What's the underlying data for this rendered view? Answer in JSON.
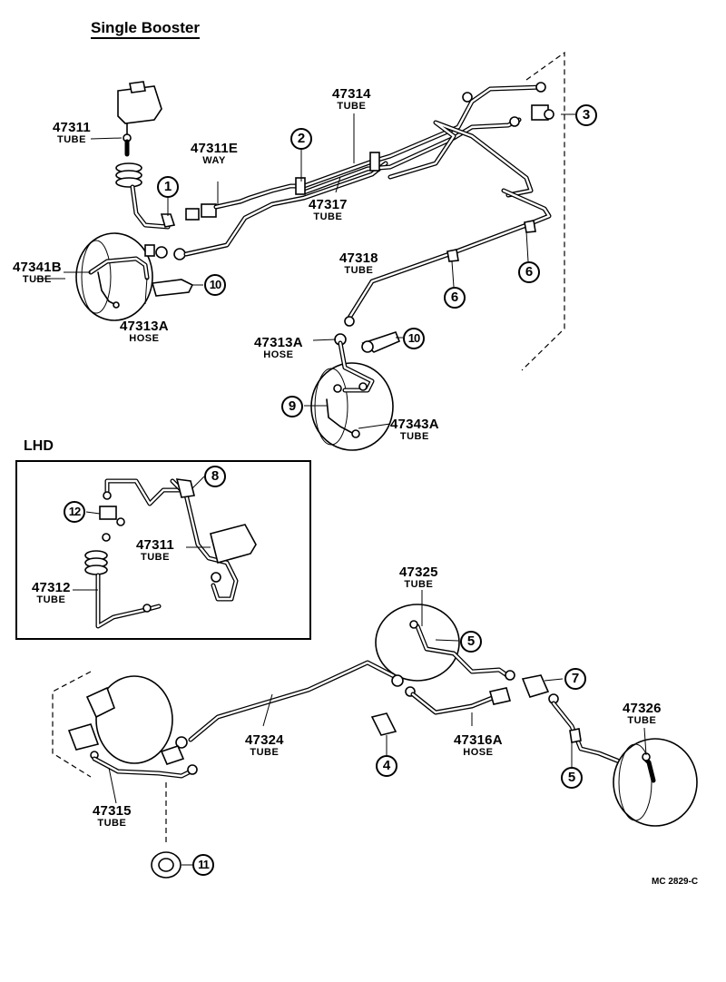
{
  "header": {
    "title": "Single Booster",
    "lhd_title": "LHD"
  },
  "drawing_code": "MC 2829-C",
  "part_labels": [
    {
      "id": "47311_top",
      "number": "47311",
      "type": "TUBE"
    },
    {
      "id": "47311E",
      "number": "47311E",
      "type": "WAY"
    },
    {
      "id": "47314",
      "number": "47314",
      "type": "TUBE"
    },
    {
      "id": "47317",
      "number": "47317",
      "type": "TUBE"
    },
    {
      "id": "47341B",
      "number": "47341B",
      "type": "TUBE"
    },
    {
      "id": "47313A_l",
      "number": "47313A",
      "type": "HOSE"
    },
    {
      "id": "47318",
      "number": "47318",
      "type": "TUBE"
    },
    {
      "id": "47313A_r",
      "number": "47313A",
      "type": "HOSE"
    },
    {
      "id": "47343A",
      "number": "47343A",
      "type": "TUBE"
    },
    {
      "id": "47311_lhd",
      "number": "47311",
      "type": "TUBE"
    },
    {
      "id": "47312",
      "number": "47312",
      "type": "TUBE"
    },
    {
      "id": "47325",
      "number": "47325",
      "type": "TUBE"
    },
    {
      "id": "47326",
      "number": "47326",
      "type": "TUBE"
    },
    {
      "id": "47324",
      "number": "47324",
      "type": "TUBE"
    },
    {
      "id": "47316A",
      "number": "47316A",
      "type": "HOSE"
    },
    {
      "id": "47315",
      "number": "47315",
      "type": "TUBE"
    }
  ],
  "callouts": [
    "1",
    "2",
    "3",
    "4",
    "5",
    "5",
    "6",
    "6",
    "7",
    "8",
    "9",
    "10",
    "10",
    "11",
    "12"
  ]
}
